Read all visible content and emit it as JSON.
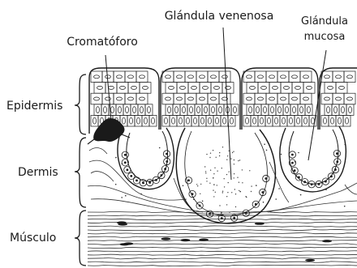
{
  "labels": {
    "glandula_venenosa": "Glándula venenosa",
    "glandula_mucosa_line1": "Glándula",
    "glandula_mucosa_line2": "mucosa",
    "cromatoforo": "Cromatóforo",
    "epidermis": "Epidermis",
    "dermis": "Dermis",
    "musculo": "Músculo"
  },
  "colors": {
    "ink": "#1a1a1a",
    "background": "#ffffff"
  }
}
